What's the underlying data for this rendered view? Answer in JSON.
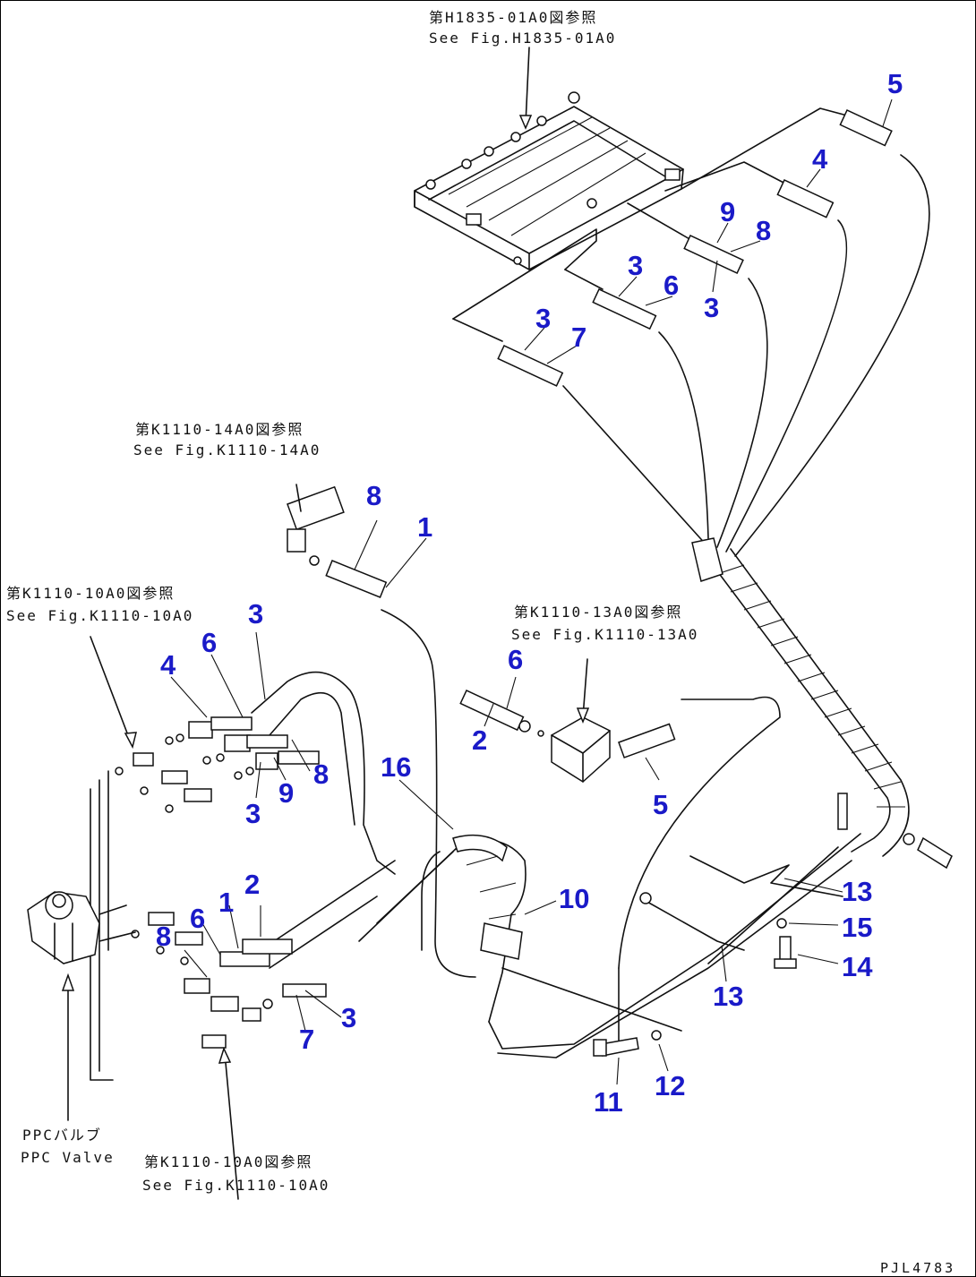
{
  "colors": {
    "callout": "#1a1ac8",
    "linework": "#111111",
    "background": "#ffffff"
  },
  "references": {
    "top_jp": "第H1835-01A0図参照",
    "top_en": "See Fig.H1835-01A0",
    "mid_jp": "第K1110-14A0図参照",
    "mid_en": "See Fig.K1110-14A0",
    "left_jp": "第K1110-10A0図参照",
    "left_en": "See Fig.K1110-10A0",
    "center_jp": "第K1110-13A0図参照",
    "center_en": "See Fig.K1110-13A0",
    "bottom_jp": "第K1110-10A0図参照",
    "bottom_en": "See Fig.K1110-10A0",
    "ppc_jp": "PPCバルブ",
    "ppc_en": "PPC Valve"
  },
  "drawing_code": "PJL4783",
  "callouts": {
    "c5_top": "5",
    "c4_top": "4",
    "c9_top": "9",
    "c8_top": "8",
    "c3_a": "3",
    "c6_a": "6",
    "c3_b": "3",
    "c3_c": "3",
    "c7_a": "7",
    "c8_mid": "8",
    "c1_mid": "1",
    "c3_left_top": "3",
    "c6_left": "6",
    "c4_left": "4",
    "c6_center": "6",
    "c2_center": "2",
    "c5_center": "5",
    "c8_left": "8",
    "c9_left": "9",
    "c3_left_mid": "3",
    "c16": "16",
    "c10": "10",
    "c13_a": "13",
    "c15": "15",
    "c14": "14",
    "c13_b": "13",
    "c2_low": "2",
    "c1_low": "1",
    "c6_low": "6",
    "c8_low": "8",
    "c3_low": "3",
    "c7_low": "7",
    "c11": "11",
    "c12": "12"
  }
}
